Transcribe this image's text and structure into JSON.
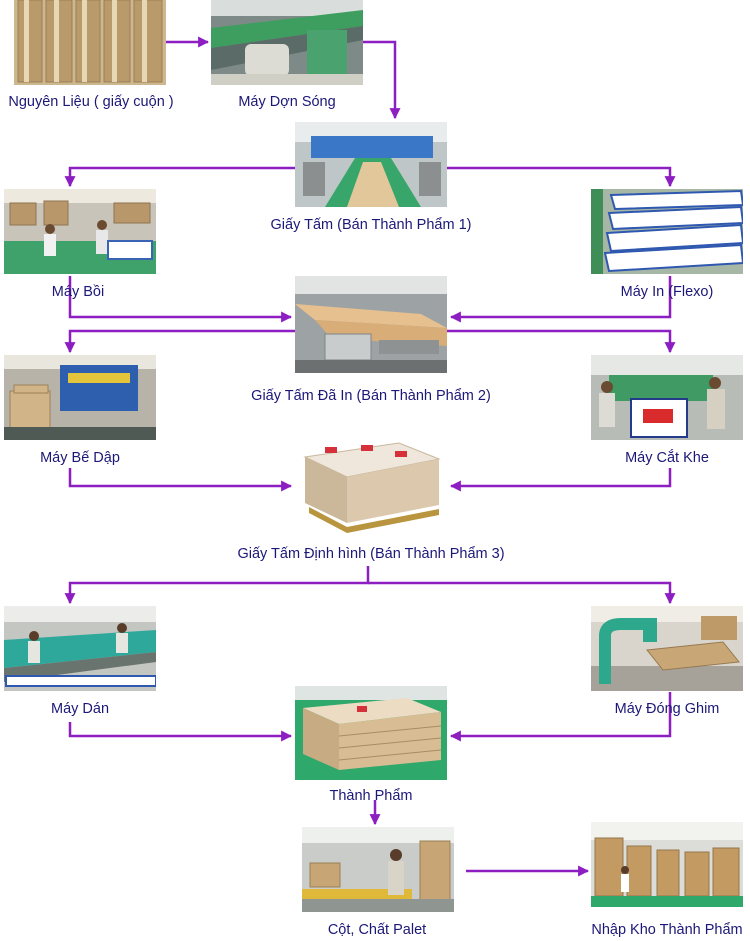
{
  "colors": {
    "arrow": "#8d1ec2",
    "label": "#1c1878"
  },
  "nodes": [
    {
      "id": "raw_paper",
      "label": "Nguyên Liệu ( giấy cuộn )",
      "scene": "paper-rolls"
    },
    {
      "id": "corrugator",
      "label": "Máy Dợn Sóng",
      "scene": "factory-green"
    },
    {
      "id": "sheet_1",
      "label": "Giấy Tấm (Bán Thành Phẩm 1)",
      "scene": "conveyor"
    },
    {
      "id": "laminator",
      "label": "Máy Bồi",
      "scene": "workers-boxes"
    },
    {
      "id": "flexo",
      "label": "Máy In (Flexo)",
      "scene": "printed-sheets"
    },
    {
      "id": "sheet_2",
      "label": "Giấy Tấm Đã In (Bán Thành Phẩm 2)",
      "scene": "sheet-machine"
    },
    {
      "id": "die_cutter",
      "label": "Máy Bế Dập",
      "scene": "die-cut"
    },
    {
      "id": "slotter",
      "label": "Máy Cắt Khe",
      "scene": "workers-machine"
    },
    {
      "id": "sheet_3",
      "label": "Giấy Tấm Định hình (Bán Thành Phẩm 3)",
      "scene": "stacked-pallet"
    },
    {
      "id": "gluer",
      "label": "Máy Dán",
      "scene": "gluing-line"
    },
    {
      "id": "stitcher",
      "label": "Máy Đóng Ghim",
      "scene": "stitcher"
    },
    {
      "id": "finished",
      "label": "Thành Phẩm",
      "scene": "finished-stack"
    },
    {
      "id": "palletizing",
      "label": "Cột, Chất Palet",
      "scene": "palletizing"
    },
    {
      "id": "warehouse",
      "label": "Nhập Kho Thành Phẩm",
      "scene": "warehouse"
    }
  ],
  "edges": [
    [
      "raw_paper",
      "corrugator"
    ],
    [
      "corrugator",
      "sheet_1"
    ],
    [
      "sheet_1",
      "laminator"
    ],
    [
      "sheet_1",
      "flexo"
    ],
    [
      "laminator",
      "sheet_2"
    ],
    [
      "flexo",
      "sheet_2"
    ],
    [
      "sheet_2",
      "die_cutter"
    ],
    [
      "sheet_2",
      "slotter"
    ],
    [
      "die_cutter",
      "sheet_3"
    ],
    [
      "slotter",
      "sheet_3"
    ],
    [
      "sheet_3",
      "gluer"
    ],
    [
      "sheet_3",
      "stitcher"
    ],
    [
      "gluer",
      "finished"
    ],
    [
      "stitcher",
      "finished"
    ],
    [
      "finished",
      "palletizing"
    ],
    [
      "palletizing",
      "warehouse"
    ]
  ]
}
